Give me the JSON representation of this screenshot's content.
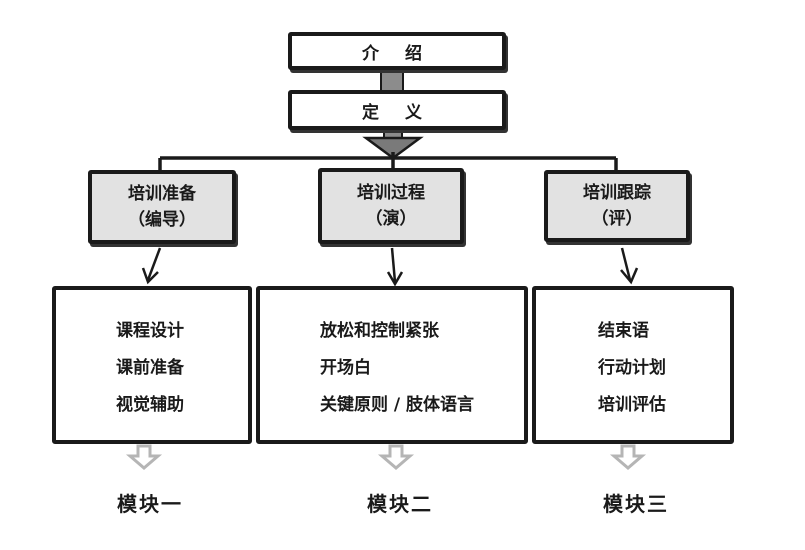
{
  "top": {
    "intro": "介 绍",
    "definition": "定 义"
  },
  "columns": [
    {
      "heading": "培训准备",
      "sub": "（编导）",
      "items": [
        "课程设计",
        "课前准备",
        "视觉辅助"
      ],
      "module": "模块一"
    },
    {
      "heading": "培训过程",
      "sub": "（演）",
      "items": [
        "放松和控制紧张",
        "开场白",
        "关键原则 / 肢体语言"
      ],
      "module": "模块二"
    },
    {
      "heading": "培训跟踪",
      "sub": "（评）",
      "items": [
        "结束语",
        "行动计划",
        "培训评估"
      ],
      "module": "模块三"
    }
  ],
  "colors": {
    "line": "#1a1a1a",
    "arrow_fill": "#8c8c8c",
    "header_fill": "#e2e2e2",
    "hollow_arrow": "#b5b5b5"
  }
}
